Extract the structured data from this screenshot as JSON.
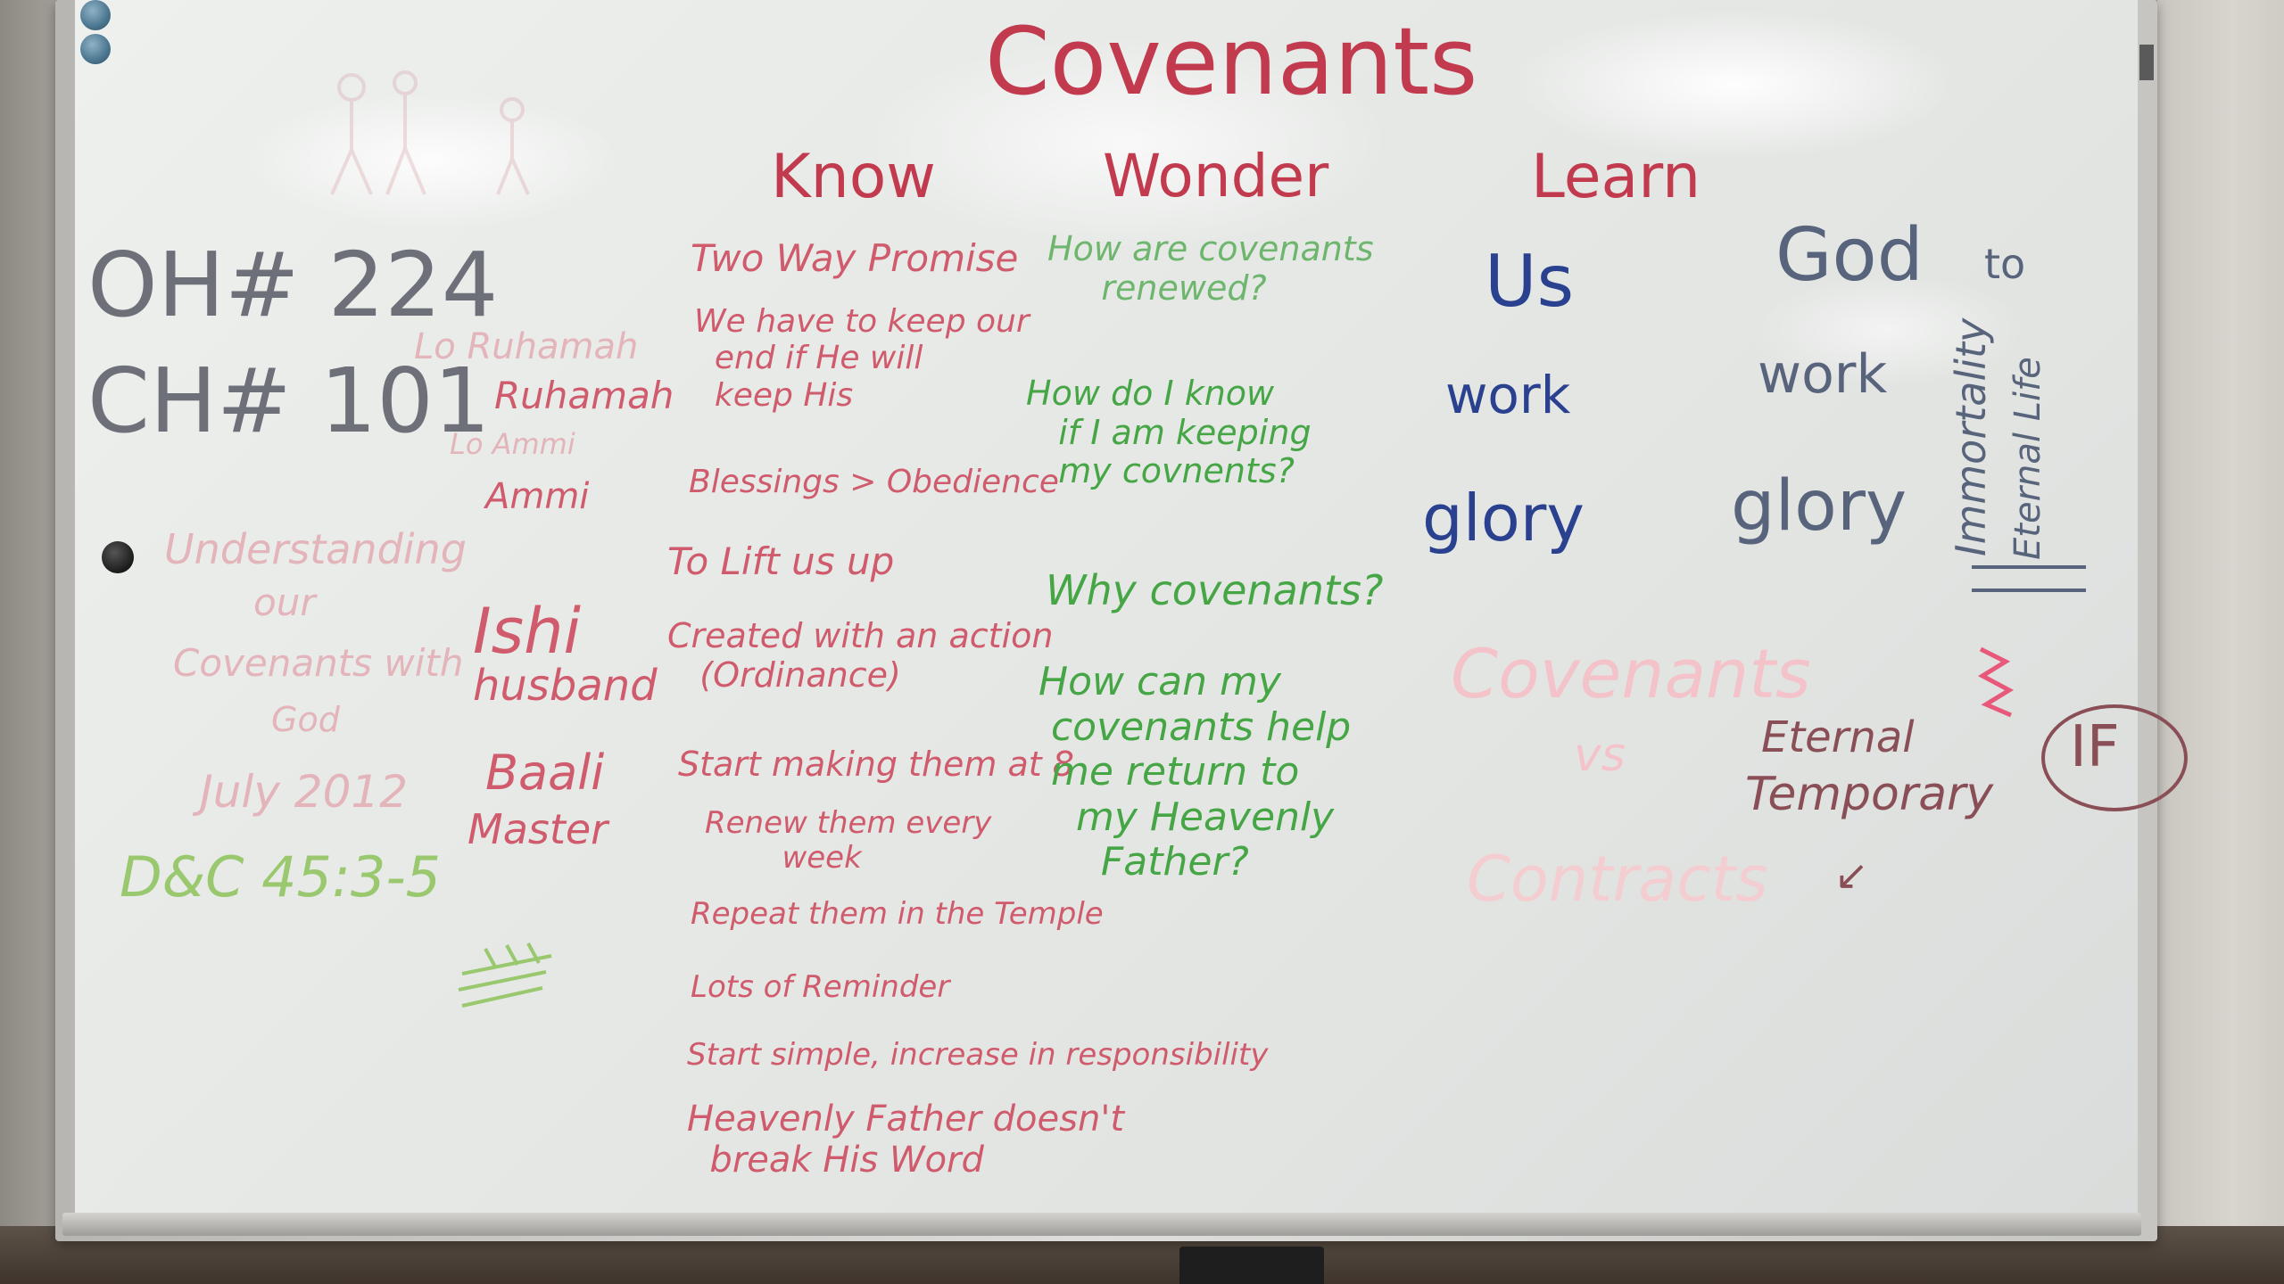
{
  "title": "Covenants",
  "columns": {
    "know": "Know",
    "wonder": "Wonder",
    "learn": "Learn"
  },
  "hymns": {
    "oh": "OH# 224",
    "ch": "CH# 101"
  },
  "left_faint": [
    "Understanding",
    "our",
    "Covenants with",
    "God",
    "July 2012"
  ],
  "dc_reference": "D&C 45:3-5",
  "names": {
    "lo_ruhamah": "Lo Ruhamah",
    "ruhamah": "Ruhamah",
    "lo_ammi": "Lo Ammi",
    "ammi": "Ammi",
    "ishi": "Ishi",
    "husband": "husband",
    "baali": "Baali",
    "master": "Master"
  },
  "know_items": [
    "Two Way Promise",
    "We have to keep our\n  end if He will\n  keep His",
    "Blessings > Obedience",
    "To Lift us up",
    "Created with an action\n   (Ordinance)",
    "Start making them at 8",
    "Renew them every\n        week",
    "Repeat them in the Temple",
    "Lots of Reminder",
    "Start simple, increase in responsibility",
    "Heavenly Father doesn't\n  break His Word"
  ],
  "wonder_items": [
    "How are covenants\n     renewed?",
    "How do I know\n   if I am keeping\n   my covnents?",
    "Why covenants?",
    "How can my\n covenants help\n me return to\n   my Heavenly\n     Father?"
  ],
  "learn_us": {
    "label": "Us",
    "work": "work",
    "glory": "glory"
  },
  "learn_god": {
    "label": "God",
    "to": "to",
    "work": "work",
    "glory": "glory"
  },
  "immortality": "Immortality",
  "eternal_life": "Eternal Life",
  "covenants_vs": {
    "covenants": "Covenants",
    "vs": "vs",
    "contracts": "Contracts"
  },
  "eternal": "Eternal",
  "temporary": "Temporary",
  "if_text": "IF",
  "colors": {
    "board": "#e9ebe9",
    "red_marker": "#c23a4d",
    "green_marker": "#46a646",
    "blue_marker": "#2a418f",
    "gray_marker": "#6d7078",
    "pink_faint": "#e3b4b9"
  }
}
